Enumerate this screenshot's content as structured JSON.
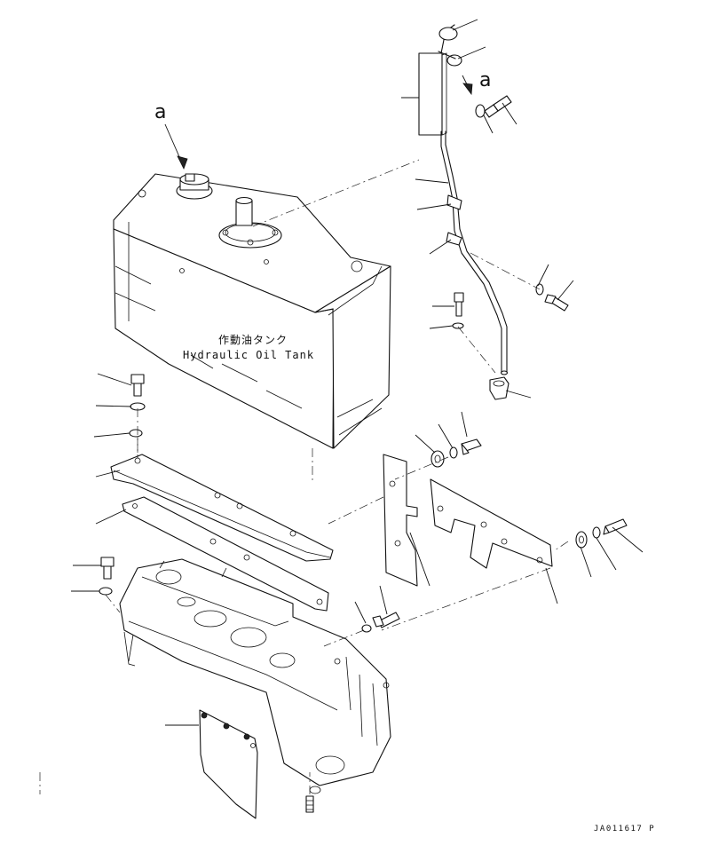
{
  "tank_label": {
    "japanese": "作動油タンク",
    "english": "Hydraulic Oil Tank"
  },
  "reference_marks": {
    "tank_cap": "a",
    "breather": "a"
  },
  "drawing_code": "JA011617 P"
}
